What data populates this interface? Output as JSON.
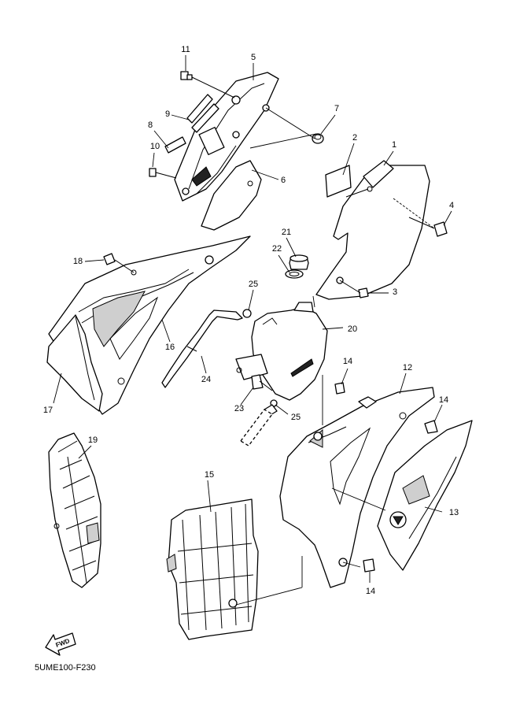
{
  "diagram": {
    "code": "5UME100-F230",
    "fwd_label": "FWD",
    "callouts": [
      {
        "id": "c1",
        "label": "1"
      },
      {
        "id": "c2",
        "label": "2"
      },
      {
        "id": "c3",
        "label": "3"
      },
      {
        "id": "c4",
        "label": "4"
      },
      {
        "id": "c5",
        "label": "5"
      },
      {
        "id": "c6",
        "label": "6"
      },
      {
        "id": "c7",
        "label": "7"
      },
      {
        "id": "c8",
        "label": "8"
      },
      {
        "id": "c9",
        "label": "9"
      },
      {
        "id": "c10",
        "label": "10"
      },
      {
        "id": "c11",
        "label": "11"
      },
      {
        "id": "c12",
        "label": "12"
      },
      {
        "id": "c13",
        "label": "13"
      },
      {
        "id": "c14a",
        "label": "14"
      },
      {
        "id": "c14b",
        "label": "14"
      },
      {
        "id": "c14c",
        "label": "14"
      },
      {
        "id": "c15",
        "label": "15"
      },
      {
        "id": "c16",
        "label": "16"
      },
      {
        "id": "c17",
        "label": "17"
      },
      {
        "id": "c18",
        "label": "18"
      },
      {
        "id": "c19",
        "label": "19"
      },
      {
        "id": "c20",
        "label": "20"
      },
      {
        "id": "c21",
        "label": "21"
      },
      {
        "id": "c22",
        "label": "22"
      },
      {
        "id": "c23",
        "label": "23"
      },
      {
        "id": "c24",
        "label": "24"
      },
      {
        "id": "c25a",
        "label": "25"
      },
      {
        "id": "c25b",
        "label": "25"
      }
    ]
  }
}
